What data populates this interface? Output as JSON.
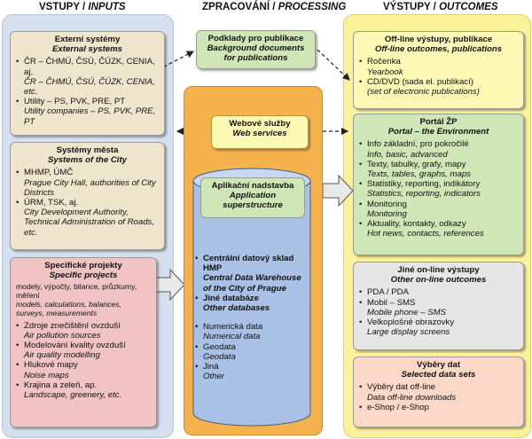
{
  "headers": {
    "inputs_cz": "VSTUPY",
    "inputs_en": "INPUTS",
    "processing_cz": "ZPRACOVÁNÍ",
    "processing_en": "PROCESSING",
    "outputs_cz": "VÝSTUPY",
    "outputs_en": "OUTCOMES"
  },
  "inputs": {
    "external": {
      "title_cz": "Externí systémy",
      "title_en": "External systems",
      "items": [
        {
          "cz": "ČR – ČHMÚ, ČSÚ, ČÚZK, CENIA, aj.",
          "en": "ČR – ČHMÚ, ČSÚ, ČÚZK, CENIA, etc."
        },
        {
          "cz": "Utility – PS, PVK, PRE, PT",
          "en": "Utility companies – PS, PVK, PRE, PT"
        }
      ]
    },
    "city": {
      "title_cz": "Systémy města",
      "title_en": "Systems of the City",
      "items": [
        {
          "cz": "MHMP, ÚMČ",
          "en": "Prague City Hall, authorities of City Districts"
        },
        {
          "cz": "ÚRM, TSK, aj.",
          "en": "City Development Authority, Technical Administration of Roads, etc."
        }
      ]
    },
    "specific": {
      "title_cz": "Specifické projekty",
      "title_en": "Specific projects",
      "desc_cz": "modely, výpočty, bilance, průzkumy, měření",
      "desc_en": "models, calculations, balances, surveys, measurements",
      "items": [
        {
          "cz": "Zdroje znečištění ovzduší",
          "en": "Air pollution sources"
        },
        {
          "cz": "Modelování kvality ovzduší",
          "en": "Air quality modelling"
        },
        {
          "cz": "Hlukové mapy",
          "en": "Noise maps"
        },
        {
          "cz": "Krajina a zeleň, ap.",
          "en": "Landscape, greenery, etc."
        }
      ]
    }
  },
  "processing": {
    "background": {
      "cz": "Podklady pro publikace",
      "en": "Background documents for publications"
    },
    "web": {
      "cz": "Webové služby",
      "en": "Web services"
    },
    "app": {
      "cz": "Aplikační nadstavba",
      "en": "Application superstructure"
    },
    "db": {
      "items": [
        {
          "cz": "Centrální datový sklad HMP",
          "en": "Central Data Warehouse of the City of Prague"
        },
        {
          "cz": "Jiné databáze",
          "en": "Other databases"
        }
      ],
      "plain": [
        {
          "cz": "Numerická data",
          "en": "Numerical data"
        },
        {
          "cz": "Geodata",
          "en": "Geodata"
        },
        {
          "cz": "Jiná",
          "en": "Other"
        }
      ]
    }
  },
  "outputs": {
    "offline": {
      "title_cz": "Off-line výstupy, publikace",
      "title_en": "Off-line outcomes, publications",
      "items": [
        {
          "cz": "Ročenka",
          "en": "Yearbook"
        },
        {
          "cz": "CD/DVD (sada el. publikací)",
          "en": "(set of electronic publications)"
        }
      ]
    },
    "portal": {
      "title_cz": "Portál ŽP",
      "title_en": "Portal – the Environment",
      "items": [
        {
          "cz": "Info základní, pro pokročilé",
          "en": "Info, basic, advanced"
        },
        {
          "cz": "Texty, tabulky, grafy, mapy",
          "en": "Texts, tables, graphs, maps"
        },
        {
          "cz": "Statistiky, reporting, indikátory",
          "en": "Statistics, reporting, indicators"
        },
        {
          "cz": "Monitoring",
          "en": "Monitoring"
        },
        {
          "cz": "Aktuality, kontakty, odkazy",
          "en": "Hot news, contacts, references"
        }
      ]
    },
    "online": {
      "title_cz": "Jiné on-line výstupy",
      "title_en": "Other on-line outcomes",
      "items": [
        {
          "cz": "PDA / PDA",
          "en": ""
        },
        {
          "cz": "Mobil – SMS",
          "en": "Mobile phone – SMS"
        },
        {
          "cz": "Velkoplošné obrazovky",
          "en": "Large display screens"
        }
      ]
    },
    "datasets": {
      "title_cz": "Výběry dat",
      "title_en": "Selected data sets",
      "items": [
        {
          "cz": "Výběry dat off-line",
          "en": "Data off-line downloads"
        },
        {
          "cz": "e-Shop / e-Shop",
          "en": ""
        }
      ]
    }
  },
  "colors": {
    "input_col": "#d5e0ef",
    "output_col": "#fbf29a",
    "tan": "#efe5cc",
    "pink": "#f1c3c3",
    "green": "#cfe7b6",
    "yellow": "#fef9b4",
    "gray": "#e6e6e6",
    "salmon": "#fcd8c8",
    "orange": "#f6b34d",
    "blue_db": "#a9c1e5"
  }
}
